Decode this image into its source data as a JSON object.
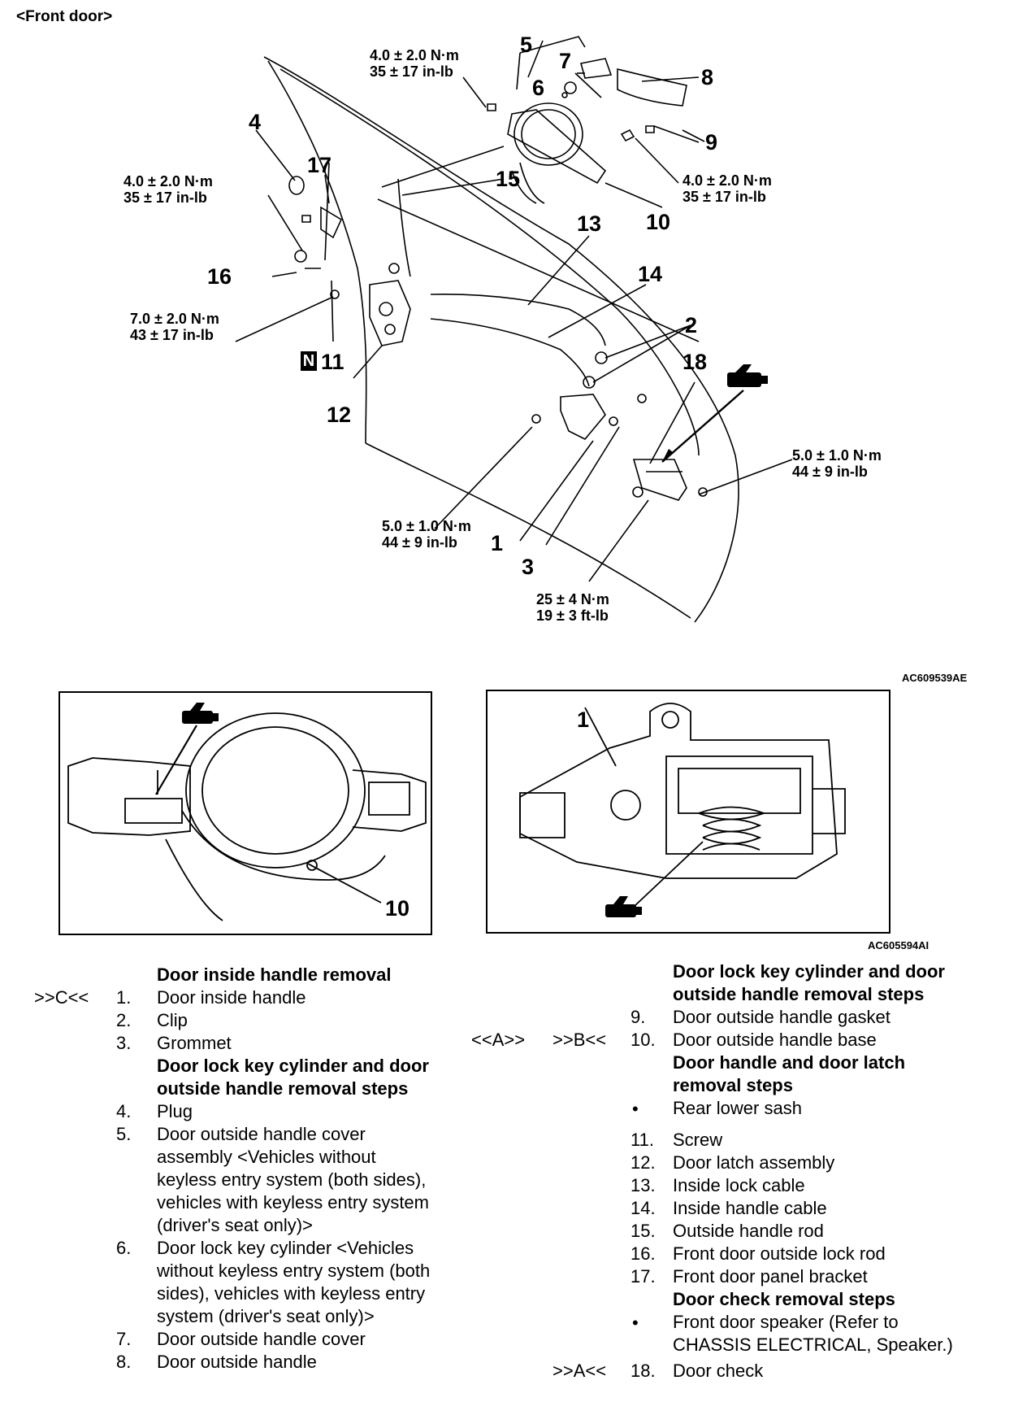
{
  "header": {
    "title": "<Front door>"
  },
  "diagram": {
    "code": "AC609539AE",
    "callouts": [
      "1",
      "2",
      "3",
      "4",
      "5",
      "6",
      "7",
      "8",
      "9",
      "10",
      "11",
      "12",
      "13",
      "14",
      "15",
      "16",
      "17",
      "18"
    ],
    "new_part_marker": "N",
    "torques": {
      "t1_nm": "4.0 ± 2.0 N·m",
      "t1_in": "35 ± 17 in-lb",
      "t2_nm": "4.0 ± 2.0 N·m",
      "t2_in": "35 ± 17 in-lb",
      "t3_nm": "4.0 ± 2.0 N·m",
      "t3_in": "35 ± 17 in-lb",
      "t4_nm": "7.0 ± 2.0 N·m",
      "t4_in": "43 ± 17 in-lb",
      "t5_nm": "5.0 ± 1.0 N·m",
      "t5_in": "44 ± 9 in-lb",
      "t6_nm": "5.0 ± 1.0 N·m",
      "t6_in": "44 ± 9 in-lb",
      "t7_nm": "25 ± 4 N·m",
      "t7_in": "19 ± 3 ft-lb"
    }
  },
  "details": {
    "code": "AC605594AI",
    "left_label": "10",
    "right_label": "1"
  },
  "left_list": {
    "heading1": "Door inside handle removal",
    "items1": [
      {
        "ref": ">>C<<",
        "num": "1.",
        "text": "Door inside handle"
      },
      {
        "ref": "",
        "num": "2.",
        "text": "Clip"
      },
      {
        "ref": "",
        "num": "3.",
        "text": "Grommet"
      }
    ],
    "heading2_l1": "Door lock key cylinder and door",
    "heading2_l2": "outside handle removal steps",
    "items2": [
      {
        "num": "4.",
        "lines": [
          "Plug"
        ]
      },
      {
        "num": "5.",
        "lines": [
          "Door outside handle cover",
          "assembly <Vehicles without",
          "keyless entry system (both sides),",
          "vehicles with keyless entry system",
          "(driver's seat only)>"
        ]
      },
      {
        "num": "6.",
        "lines": [
          "Door lock key cylinder <Vehicles",
          "without keyless entry system (both",
          "sides), vehicles with keyless entry",
          "system (driver's seat only)>"
        ]
      },
      {
        "num": "7.",
        "lines": [
          "Door outside handle cover"
        ]
      },
      {
        "num": "8.",
        "lines": [
          "Door outside handle"
        ]
      }
    ]
  },
  "right_list": {
    "heading1_l1": "Door lock key cylinder and door",
    "heading1_l2": "outside handle removal steps",
    "item9": {
      "num": "9.",
      "text": "Door outside handle gasket"
    },
    "item10": {
      "ref1": "<<A>>",
      "ref2": ">>B<<",
      "num": "10.",
      "text": "Door outside handle base"
    },
    "heading2_l1": "Door handle and door latch",
    "heading2_l2": "removal steps",
    "bullet1": {
      "bullet": "•",
      "text": "Rear lower sash"
    },
    "items": [
      {
        "num": "11.",
        "text": "Screw"
      },
      {
        "num": "12.",
        "text": "Door latch assembly"
      },
      {
        "num": "13.",
        "text": "Inside lock cable"
      },
      {
        "num": "14.",
        "text": "Inside handle cable"
      },
      {
        "num": "15.",
        "text": "Outside handle rod"
      },
      {
        "num": "16.",
        "text": "Front door outside lock rod"
      },
      {
        "num": "17.",
        "text": "Front door panel bracket"
      }
    ],
    "heading3": "Door check removal steps",
    "bullet2": {
      "bullet": "•",
      "l1": "Front door speaker (Refer to",
      "l2": "CHASSIS ELECTRICAL, Speaker.)"
    },
    "item18": {
      "ref": ">>A<<",
      "num": "18.",
      "text": "Door check"
    }
  }
}
